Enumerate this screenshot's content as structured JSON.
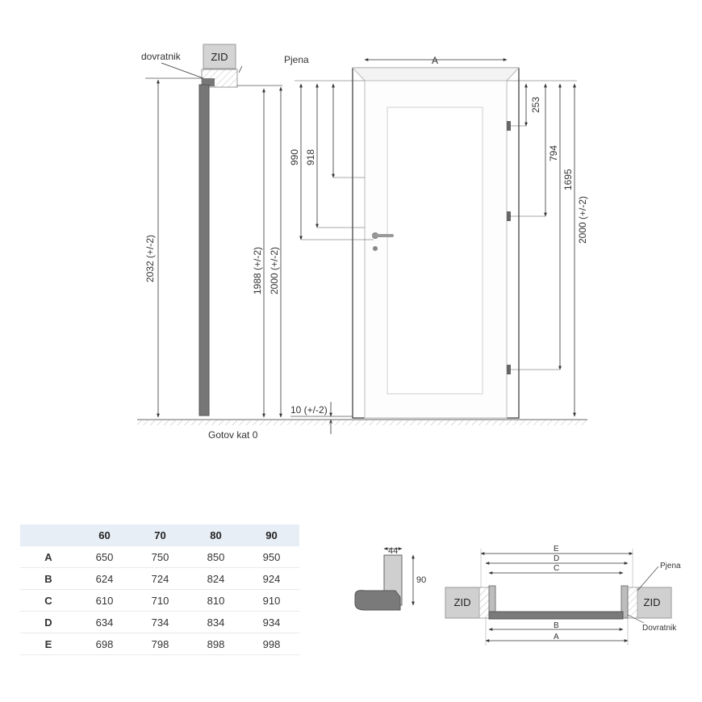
{
  "side_view": {
    "wall_label": "ZID",
    "frame_label": "dovratnik",
    "foam_label": "Pjena",
    "floor_label": "Gotov kat 0",
    "dim_total": "2032 (+/-2)",
    "dim_inner": "1988 (+/-2)",
    "dim_door": "2000 (+/-2)",
    "dim_gap": "10 (+/-2)"
  },
  "front_view": {
    "width_label": "A",
    "dim_handle_top": "990",
    "dim_handle": "918",
    "dim_hinge_top": "253",
    "dim_hinge_mid": "794",
    "dim_hinge_bottom": "1695",
    "dim_height": "2000 (+/-2)"
  },
  "table": {
    "columns": [
      "",
      "60",
      "70",
      "80",
      "90"
    ],
    "rows": [
      {
        "label": "A",
        "values": [
          "650",
          "750",
          "850",
          "950"
        ]
      },
      {
        "label": "B",
        "values": [
          "624",
          "724",
          "824",
          "924"
        ]
      },
      {
        "label": "C",
        "values": [
          "610",
          "710",
          "810",
          "910"
        ]
      },
      {
        "label": "D",
        "values": [
          "634",
          "734",
          "834",
          "934"
        ]
      },
      {
        "label": "E",
        "values": [
          "698",
          "798",
          "898",
          "998"
        ]
      }
    ]
  },
  "profile_detail": {
    "dim_width": "44",
    "dim_height": "90"
  },
  "section_view": {
    "label_e": "E",
    "label_d": "D",
    "label_c": "C",
    "label_b": "B",
    "label_a": "A",
    "wall_left": "ZID",
    "wall_right": "ZID",
    "foam_label": "Pjena",
    "frame_label": "Dovratnik"
  }
}
